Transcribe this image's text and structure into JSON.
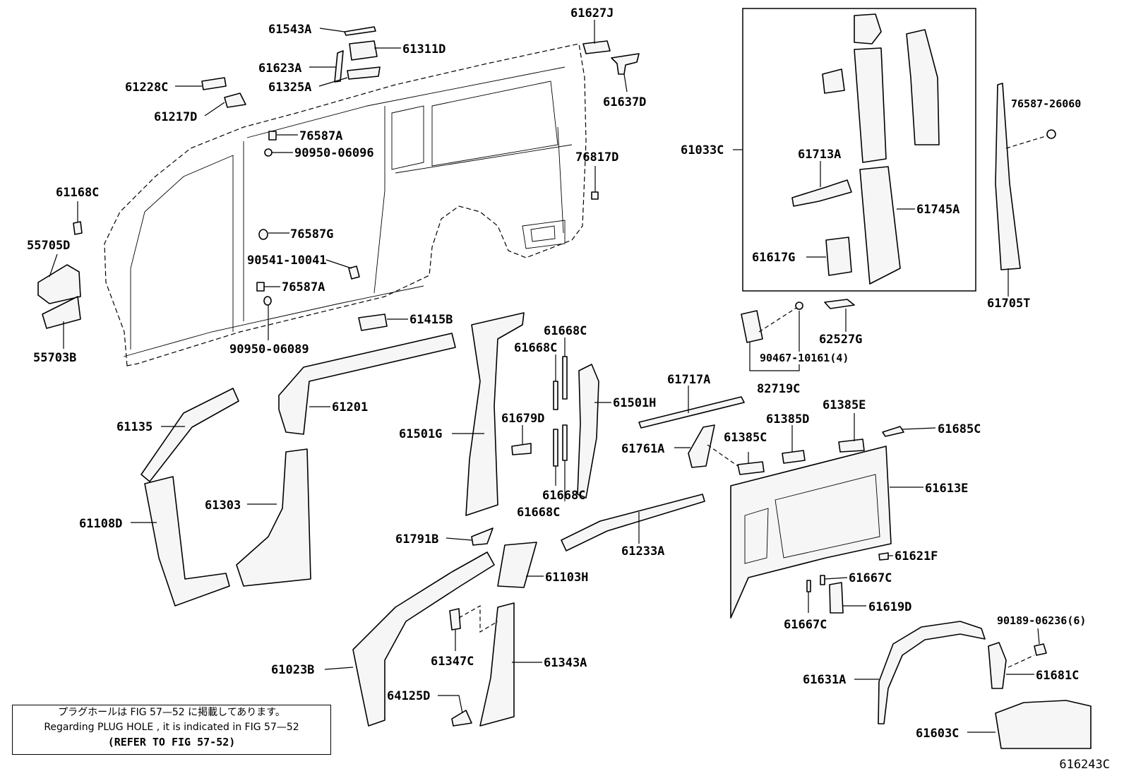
{
  "diagram_id": "616243C",
  "labels": {
    "p61543A": "61543A",
    "p61627J": "61627J",
    "p61311D": "61311D",
    "p61623A": "61623A",
    "p61325A": "61325A",
    "p61228C": "61228C",
    "p61637D": "61637D",
    "p61217D": "61217D",
    "p76587A_1": "76587A",
    "p90950_06096": "90950-06096",
    "p76817D": "76817D",
    "p61168C": "61168C",
    "p76587G": "76587G",
    "p55705D": "55705D",
    "p90541_10041": "90541-10041",
    "p76587A_2": "76587A",
    "p90950_06089": "90950-06089",
    "p55703B": "55703B",
    "p61415B": "61415B",
    "p61033C": "61033C",
    "p61713A": "61713A",
    "p61745A": "61745A",
    "p61617G": "61617G",
    "p76587_26060": "76587-26060",
    "p61705T": "61705T",
    "p62527G": "62527G",
    "p90467_10161": "90467-10161(4)",
    "p82719C": "82719C",
    "p61668C_1": "61668C",
    "p61668C_2": "61668C",
    "p61668C_3": "61668C",
    "p61668C_4": "61668C",
    "p61501H": "61501H",
    "p61201": "61201",
    "p61717A": "61717A",
    "p61679D": "61679D",
    "p61501G": "61501G",
    "p61135": "61135",
    "p61385E": "61385E",
    "p61385D": "61385D",
    "p61685C": "61685C",
    "p61385C": "61385C",
    "p61761A": "61761A",
    "p61613E": "61613E",
    "p61303": "61303",
    "p61108D": "61108D",
    "p61233A": "61233A",
    "p61791B": "61791B",
    "p61621F": "61621F",
    "p61103H": "61103H",
    "p61667C_1": "61667C",
    "p61619D": "61619D",
    "p61667C_2": "61667C",
    "p90189_06236": "90189-06236(6)",
    "p61347C": "61347C",
    "p61343A": "61343A",
    "p61023B": "61023B",
    "p61631A": "61631A",
    "p61681C": "61681C",
    "p64125D": "64125D",
    "p61603C": "61603C"
  },
  "note": {
    "line1": "プラグホールは FIG 57—52 に掲載してあります。",
    "line2": "Regarding  PLUG  HOLE , it is indicated in FIG  57—52",
    "line3": "(REFER TO FIG 57-52)"
  }
}
